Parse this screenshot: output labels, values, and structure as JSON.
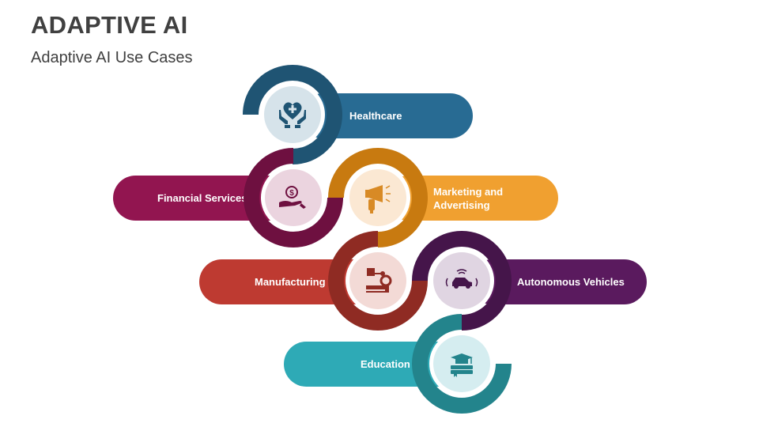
{
  "header": {
    "title": "ADAPTIVE AI",
    "subtitle": "Adaptive AI Use Cases"
  },
  "use_cases": [
    {
      "label": "Healthcare",
      "icon": "hands-heart-icon",
      "bar_color": "#286B93",
      "ring_color": "#1F5473",
      "circle_color": "#D6E3EA",
      "icon_color": "#1F5473"
    },
    {
      "label": "Financial Services",
      "icon": "hand-coin-icon",
      "bar_color": "#921550",
      "ring_color": "#6E1040",
      "circle_color": "#EBD4DF",
      "icon_color": "#6E1040"
    },
    {
      "label": "Marketing and Advertising",
      "label_line1": "Marketing and",
      "label_line2": "Advertising",
      "icon": "megaphone-icon",
      "bar_color": "#F0A030",
      "ring_color": "#C87A10",
      "circle_color": "#FBE8D3",
      "icon_color": "#D88A25"
    },
    {
      "label": "Manufacturing",
      "icon": "robotic-arm-icon",
      "bar_color": "#BE3A31",
      "ring_color": "#8F2B23",
      "circle_color": "#F3DAD6",
      "icon_color": "#8F2B23"
    },
    {
      "label": "Autonomous Vehicles",
      "icon": "self-driving-car-icon",
      "bar_color": "#5A1A5E",
      "ring_color": "#45154A",
      "circle_color": "#E0D5E2",
      "icon_color": "#45154A"
    },
    {
      "label": "Education",
      "icon": "graduation-cap-books-icon",
      "bar_color": "#2EAAB6",
      "ring_color": "#23848C",
      "circle_color": "#D5EDF0",
      "icon_color": "#23848C"
    }
  ]
}
